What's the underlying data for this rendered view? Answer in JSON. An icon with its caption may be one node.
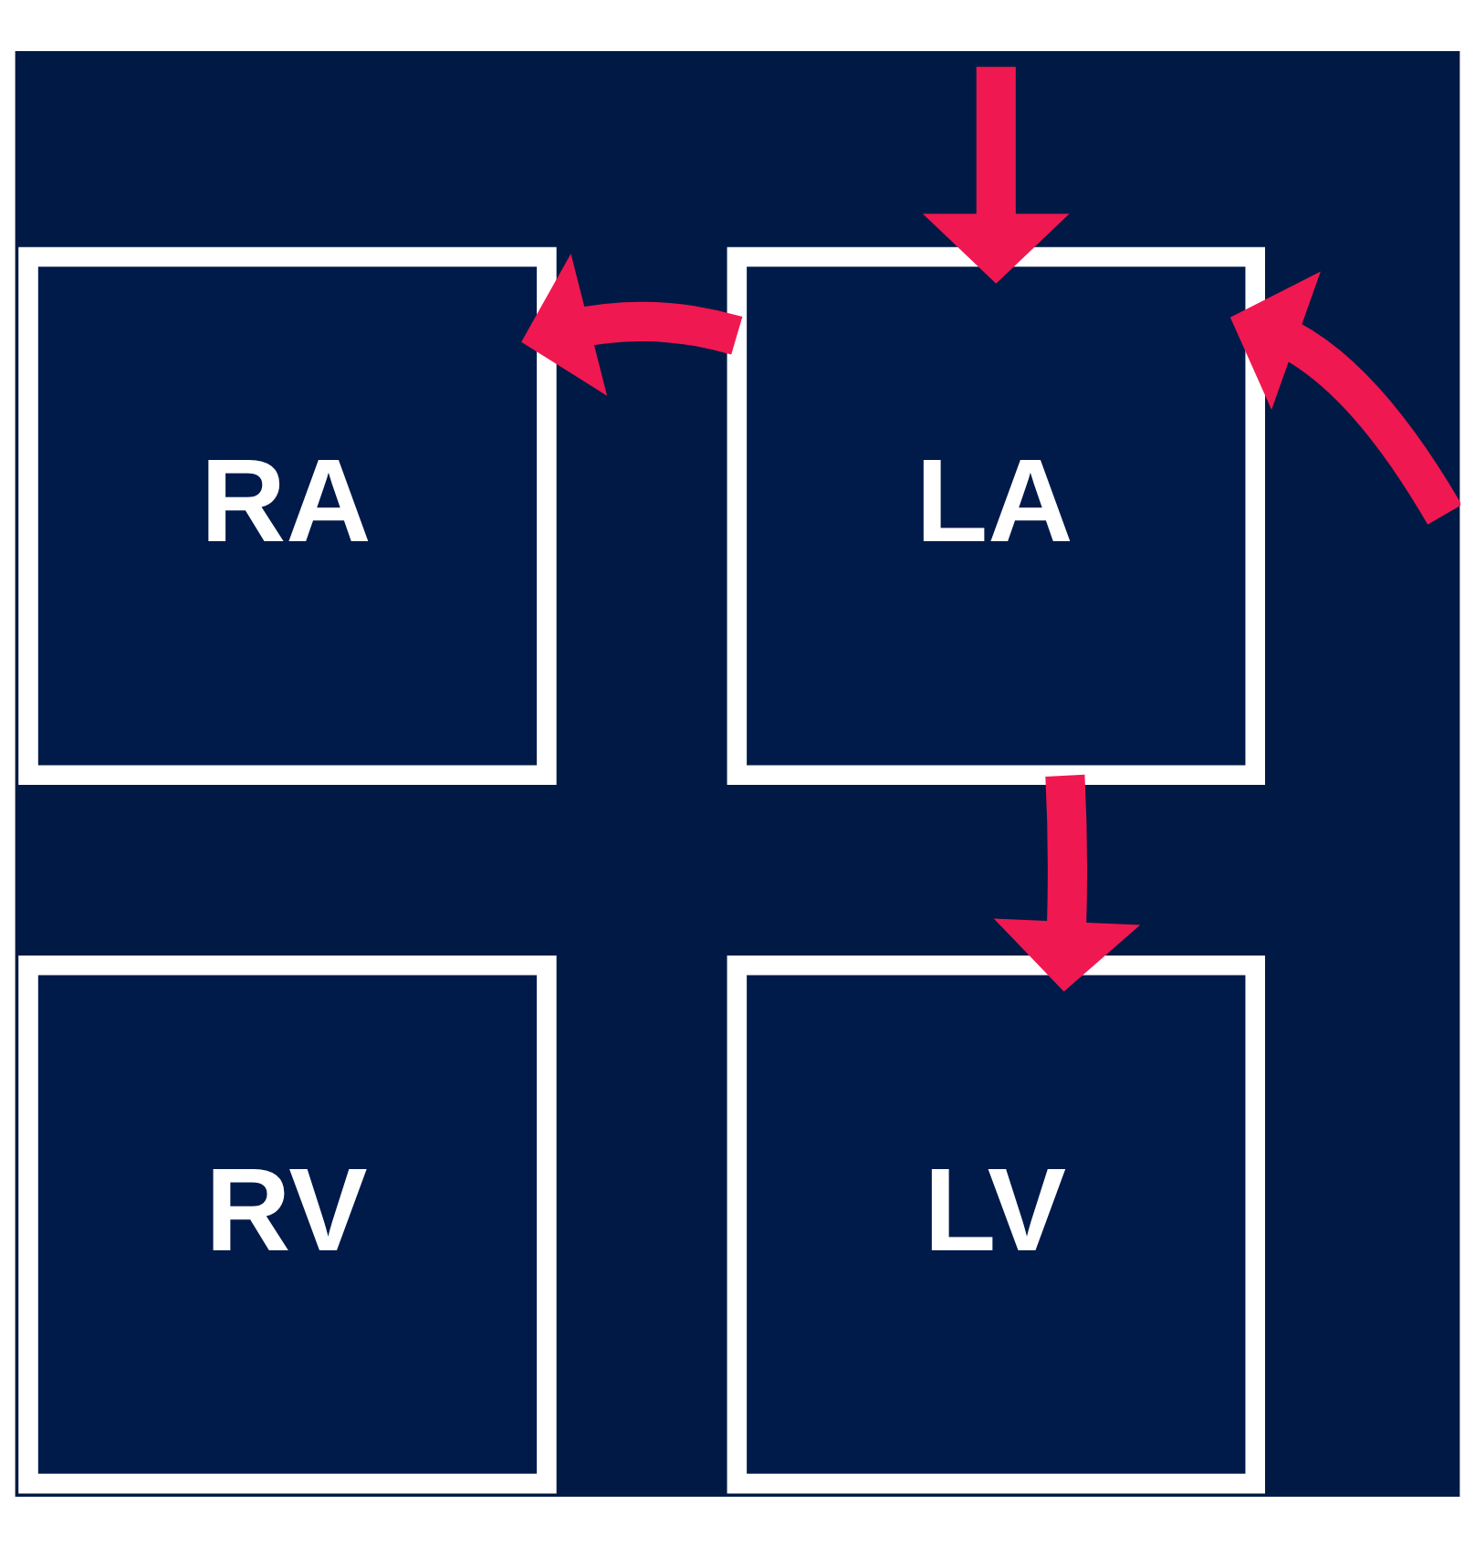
{
  "diagram": {
    "nodes": [
      {
        "text": [
          "RA"
        ]
      },
      {
        "text": [
          "LA"
        ]
      },
      {
        "text": [
          "RV"
        ]
      },
      {
        "text": [
          "LV"
        ]
      }
    ],
    "edges": [
      {
        "from": null,
        "to": 1,
        "arrow": "to"
      },
      {
        "from": 1,
        "to": 0,
        "arrow": "to"
      },
      {
        "from": 1,
        "to": 3,
        "arrow": "to"
      },
      {
        "from": null,
        "to": 1,
        "arrow": "to"
      }
    ]
  }
}
